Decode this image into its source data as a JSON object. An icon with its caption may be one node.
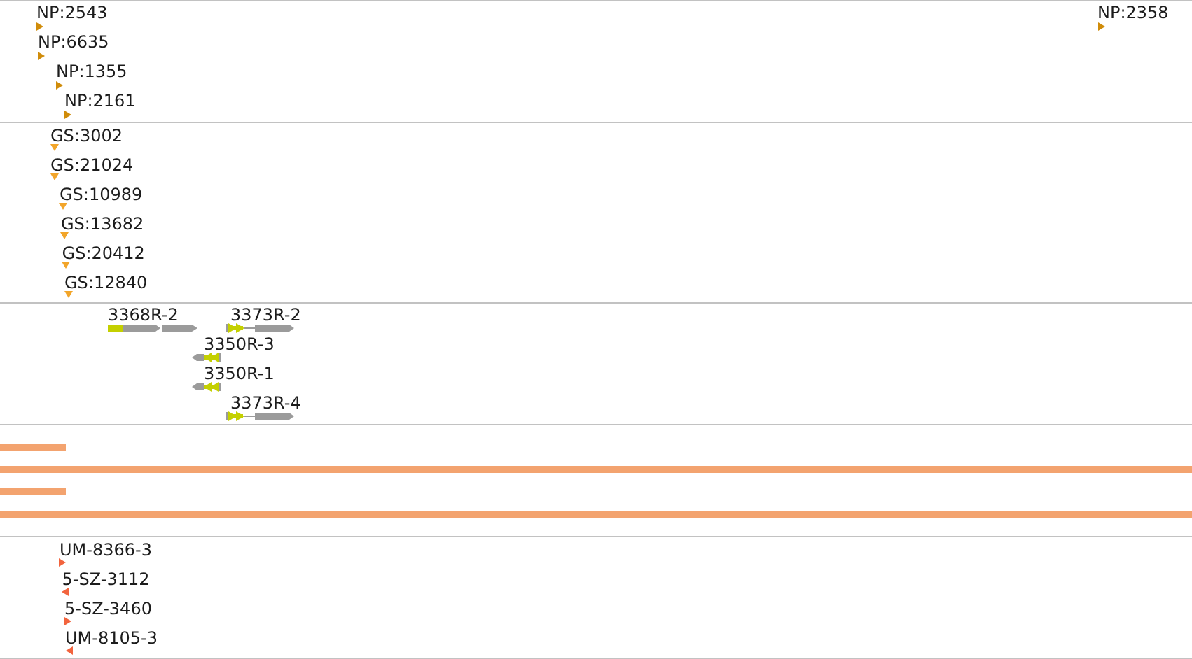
{
  "diagram": {
    "labels": [
      "NP:2543",
      "NP:2358",
      "NP:6635",
      "NP:1355",
      "NP:2161",
      "GS:3002",
      "GS:21024",
      "GS:10989",
      "GS:13682",
      "GS:20412",
      "GS:12840",
      "3368R-2",
      "3373R-2",
      "3350R-3",
      "3350R-1",
      "3373R-4",
      "UM-8366-3",
      "5-SZ-3112",
      "5-SZ-3460",
      "UM-8105-3"
    ]
  }
}
